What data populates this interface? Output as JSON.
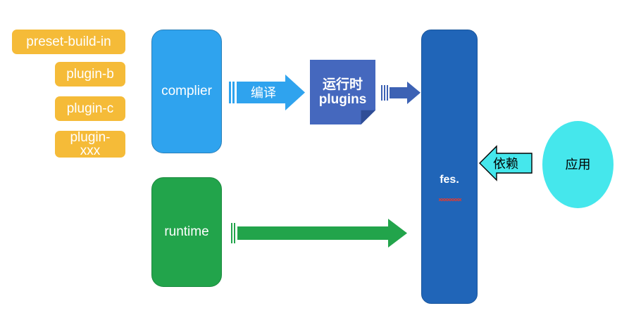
{
  "diagram": {
    "title": "fes architecture diagram",
    "background": "#ffffff",
    "nodes": {
      "preset_build_in": {
        "label": "preset-build-in",
        "color": "#F5BB38",
        "shape": "rounded-rect"
      },
      "plugin_b": {
        "label": "plugin-b",
        "color": "#F5BB38",
        "shape": "rounded-rect"
      },
      "plugin_c": {
        "label": "plugin-c",
        "color": "#F5BB38",
        "shape": "rounded-rect"
      },
      "plugin_xxx": {
        "label": "plugin-\nxxx",
        "color": "#F5BB38",
        "shape": "rounded-rect"
      },
      "complier": {
        "label": "complier",
        "color": "#2FA3EE",
        "shape": "rounded-rect"
      },
      "runtime": {
        "label": "runtime",
        "color": "#22A44B",
        "shape": "rounded-rect"
      },
      "runtime_plugins": {
        "label": "运行时\nplugins",
        "color": "#4568BE",
        "shape": "folded-corner"
      },
      "fes": {
        "label": "fes.",
        "color": "#2065B8",
        "shape": "rounded-rect",
        "spellcheck_underline": "#e23b2e"
      },
      "application": {
        "label": "应用",
        "color": "#45E7EC",
        "shape": "ellipse"
      }
    },
    "arrows": {
      "compile": {
        "label": "编译",
        "color": "#2FA3EE",
        "direction": "right",
        "from": "complier",
        "to": "runtime_plugins"
      },
      "plugins_to_fes": {
        "label": "",
        "color": "#3D62B4",
        "direction": "right",
        "from": "runtime_plugins",
        "to": "fes"
      },
      "runtime_to_fes": {
        "label": "",
        "color": "#22A44B",
        "direction": "right",
        "from": "runtime",
        "to": "fes"
      },
      "depend": {
        "label": "依赖",
        "color": "#45E7EC",
        "direction": "left",
        "from": "application",
        "to": "fes",
        "outline": "#000000"
      }
    }
  }
}
